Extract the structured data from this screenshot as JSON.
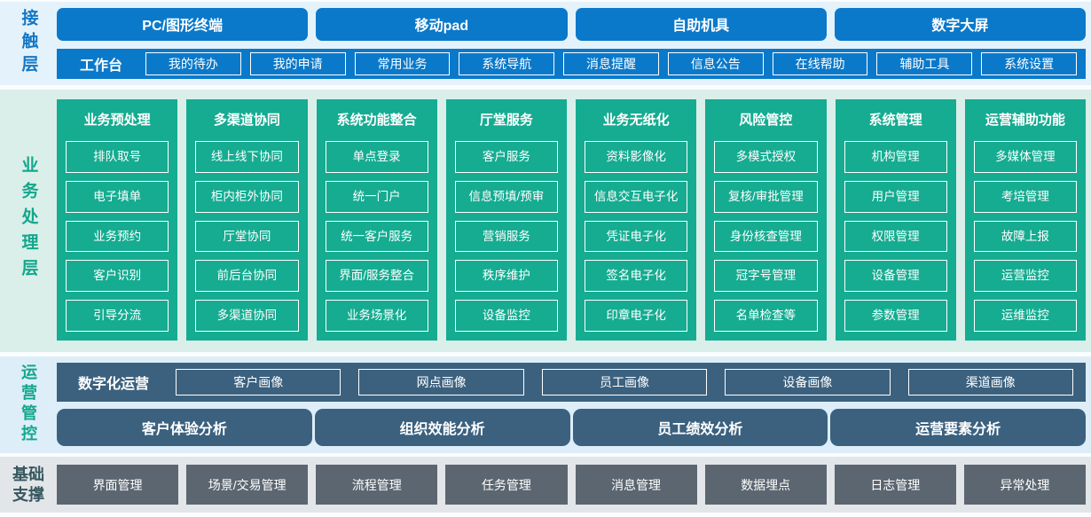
{
  "colors": {
    "accent_blue": "#0b79ca",
    "accent_teal": "#15ac91",
    "accent_slate_blue": "#3b617f",
    "accent_gray": "#5b6670",
    "contact_band_bg": "#e4f2fb",
    "business_band_bg": "#daefe9",
    "operations_band_bg": "#ddeef9",
    "foundation_band_bg": "#e3e6e9"
  },
  "contact_layer": {
    "label": "接触层",
    "terminals": [
      "PC/图形终端",
      "移动pad",
      "自助机具",
      "数字大屏"
    ],
    "workbench": {
      "label": "工作台",
      "items": [
        "我的待办",
        "我的申请",
        "常用业务",
        "系统导航",
        "消息提醒",
        "信息公告",
        "在线帮助",
        "辅助工具",
        "系统设置"
      ]
    }
  },
  "business_layer": {
    "label": "业务处理层",
    "columns": [
      {
        "title": "业务预处理",
        "items": [
          "排队取号",
          "电子填单",
          "业务预约",
          "客户识别",
          "引导分流"
        ]
      },
      {
        "title": "多渠道协同",
        "items": [
          "线上线下协同",
          "柜内柜外协同",
          "厅堂协同",
          "前后台协同",
          "多渠道协同"
        ]
      },
      {
        "title": "系统功能整合",
        "items": [
          "单点登录",
          "统一门户",
          "统一客户服务",
          "界面/服务整合",
          "业务场景化"
        ]
      },
      {
        "title": "厅堂服务",
        "items": [
          "客户服务",
          "信息预填/预审",
          "营销服务",
          "秩序维护",
          "设备监控"
        ]
      },
      {
        "title": "业务无纸化",
        "items": [
          "资料影像化",
          "信息交互电子化",
          "凭证电子化",
          "签名电子化",
          "印章电子化"
        ]
      },
      {
        "title": "风险管控",
        "items": [
          "多模式授权",
          "复核/审批管理",
          "身份核查管理",
          "冠字号管理",
          "名单检查等"
        ]
      },
      {
        "title": "系统管理",
        "items": [
          "机构管理",
          "用户管理",
          "权限管理",
          "设备管理",
          "参数管理"
        ]
      },
      {
        "title": "运营辅助功能",
        "items": [
          "多媒体管理",
          "考培管理",
          "故障上报",
          "运营监控",
          "运维监控"
        ]
      }
    ]
  },
  "operations_layer": {
    "label": "运营管控",
    "digital_ops_label": "数字化运营",
    "portraits": [
      "客户画像",
      "网点画像",
      "员工画像",
      "设备画像",
      "渠道画像"
    ],
    "analyses": [
      "客户体验分析",
      "组织效能分析",
      "员工绩效分析",
      "运营要素分析"
    ]
  },
  "foundation_layer": {
    "label": "基础支撑",
    "items": [
      "界面管理",
      "场景/交易管理",
      "流程管理",
      "任务管理",
      "消息管理",
      "数据埋点",
      "日志管理",
      "异常处理"
    ]
  }
}
